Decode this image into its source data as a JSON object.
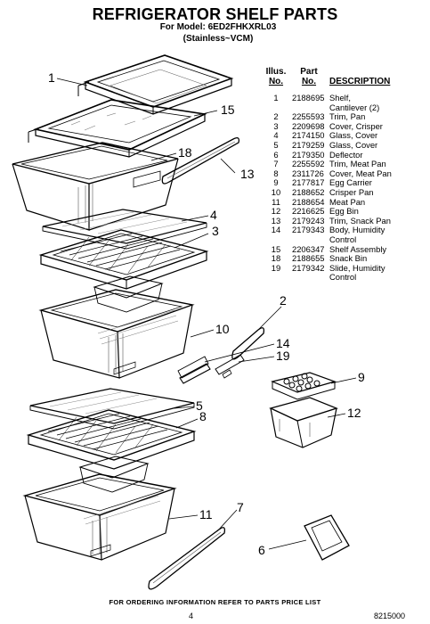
{
  "header": {
    "title": "REFRIGERATOR SHELF PARTS",
    "model_line": "For Model: 6ED2FHKXRL03",
    "variant_line": "(Stainless~VCM)"
  },
  "table": {
    "col_illus_1": "Illus.",
    "col_illus_2": "No.",
    "col_part_1": "Part",
    "col_part_2": "No.",
    "col_desc": "DESCRIPTION",
    "rows": [
      {
        "illus": "1",
        "part": "2188695",
        "desc": "Shelf,"
      },
      {
        "illus": "",
        "part": "",
        "desc": "Cantilever (2)"
      },
      {
        "illus": "2",
        "part": "2255593",
        "desc": "Trim, Pan"
      },
      {
        "illus": "3",
        "part": "2209698",
        "desc": "Cover, Crisper"
      },
      {
        "illus": "4",
        "part": "2174150",
        "desc": "Glass, Cover"
      },
      {
        "illus": "5",
        "part": "2179259",
        "desc": "Glass, Cover"
      },
      {
        "illus": "6",
        "part": "2179350",
        "desc": "Deflector"
      },
      {
        "illus": "7",
        "part": "2255592",
        "desc": "Trim, Meat Pan"
      },
      {
        "illus": "8",
        "part": "2311726",
        "desc": "Cover, Meat Pan"
      },
      {
        "illus": "9",
        "part": "2177817",
        "desc": "Egg Carrier"
      },
      {
        "illus": "10",
        "part": "2188652",
        "desc": "Crisper Pan"
      },
      {
        "illus": "11",
        "part": "2188654",
        "desc": "Meat Pan"
      },
      {
        "illus": "12",
        "part": "2216625",
        "desc": "Egg Bin"
      },
      {
        "illus": "13",
        "part": "2179243",
        "desc": "Trim, Snack Pan"
      },
      {
        "illus": "14",
        "part": "2179343",
        "desc": "Body, Humidity"
      },
      {
        "illus": "",
        "part": "",
        "desc": "Control"
      },
      {
        "illus": "15",
        "part": "2206347",
        "desc": "Shelf Assembly"
      },
      {
        "illus": "18",
        "part": "2188655",
        "desc": "Snack Bin"
      },
      {
        "illus": "19",
        "part": "2179342",
        "desc": "Slide, Humidity"
      },
      {
        "illus": "",
        "part": "",
        "desc": "Control"
      }
    ]
  },
  "callouts": [
    "1",
    "15",
    "18",
    "13",
    "4",
    "3",
    "2",
    "10",
    "14",
    "19",
    "9",
    "5",
    "8",
    "12",
    "7",
    "11",
    "6"
  ],
  "footer": {
    "ordering_note": "FOR ORDERING INFORMATION REFER TO PARTS PRICE LIST",
    "page_number": "4",
    "doc_number": "8215000"
  }
}
